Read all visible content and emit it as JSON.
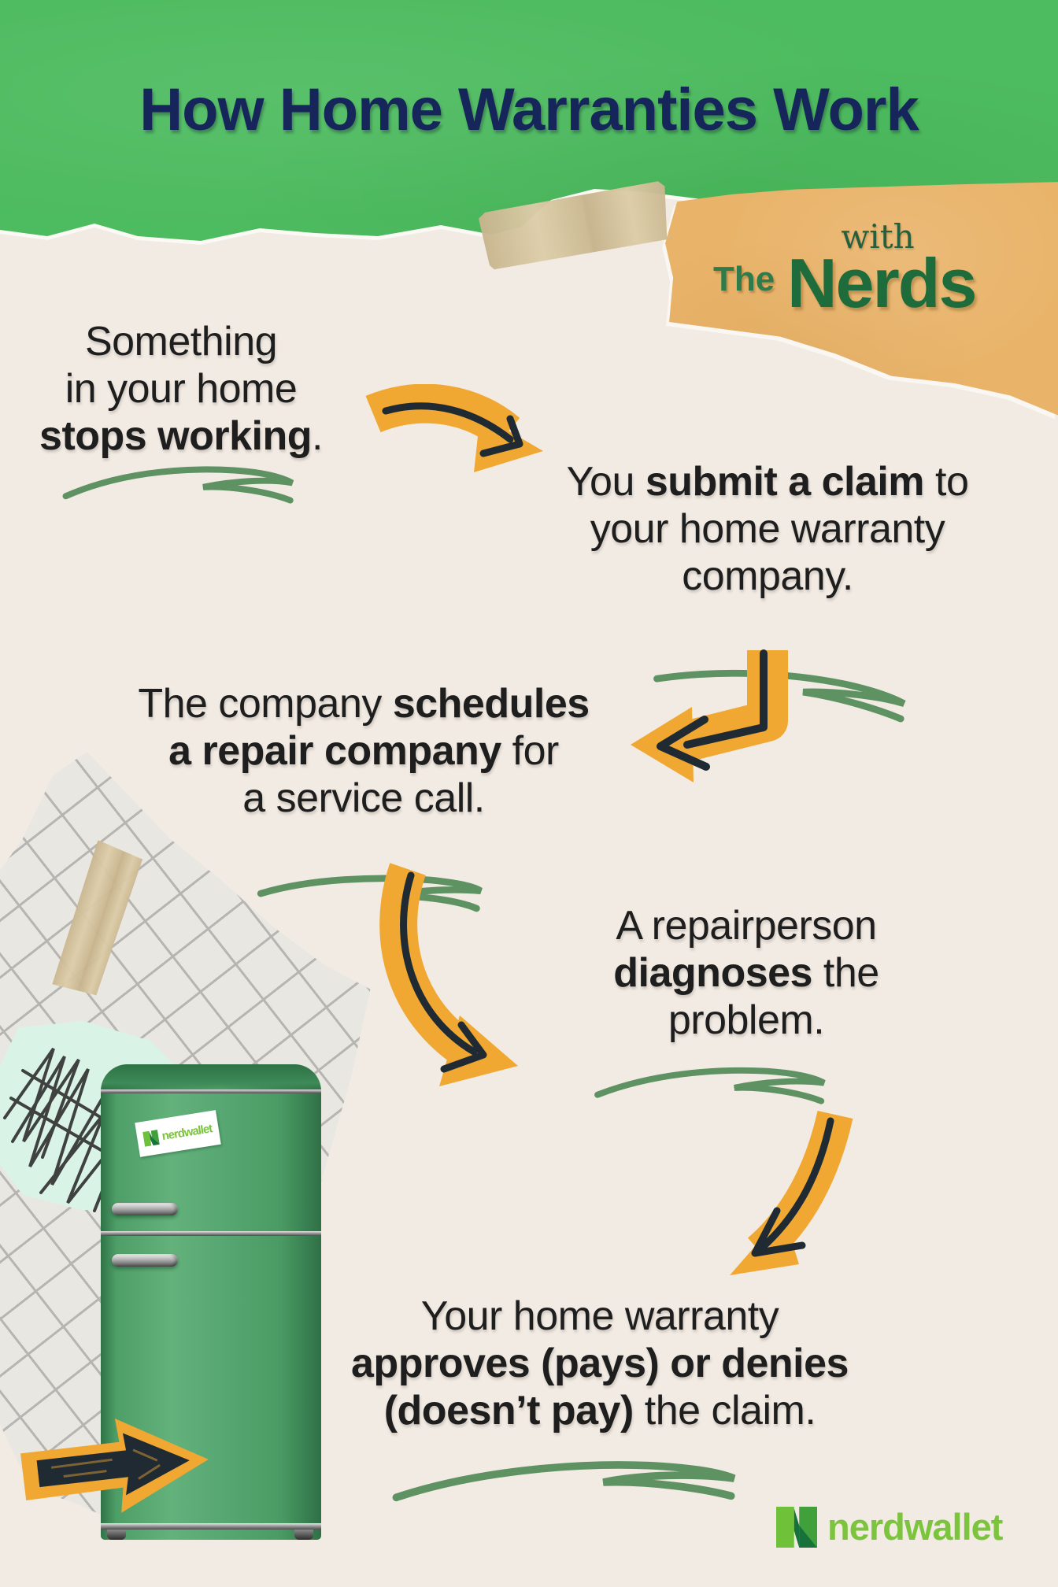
{
  "header": {
    "title": "How Home Warranties Work",
    "with_label": "with",
    "the_label": "The",
    "nerds_label": "Nerds"
  },
  "steps": [
    {
      "lines": [
        [
          {
            "t": "Something"
          }
        ],
        [
          {
            "t": "in your home"
          }
        ],
        [
          {
            "t": "stops working",
            "b": true
          },
          {
            "t": "."
          }
        ]
      ]
    },
    {
      "lines": [
        [
          {
            "t": "You "
          },
          {
            "t": "submit a claim",
            "b": true
          },
          {
            "t": " to"
          }
        ],
        [
          {
            "t": "your home warranty"
          }
        ],
        [
          {
            "t": "company."
          }
        ]
      ]
    },
    {
      "lines": [
        [
          {
            "t": "The company "
          },
          {
            "t": "schedules",
            "b": true
          }
        ],
        [
          {
            "t": "a repair company",
            "b": true
          },
          {
            "t": " for"
          }
        ],
        [
          {
            "t": "a service call."
          }
        ]
      ]
    },
    {
      "lines": [
        [
          {
            "t": "A repairperson"
          }
        ],
        [
          {
            "t": "diagnoses",
            "b": true
          },
          {
            "t": " the"
          }
        ],
        [
          {
            "t": "problem."
          }
        ]
      ]
    },
    {
      "lines": [
        [
          {
            "t": "Your home warranty"
          }
        ],
        [
          {
            "t": "approves (pays) or denies",
            "b": true
          }
        ],
        [
          {
            "t": "(doesn’t pay)",
            "b": true
          },
          {
            "t": " the claim."
          }
        ]
      ]
    }
  ],
  "branding": {
    "wordmark": "nerdwallet",
    "sticker_wordmark": "nerdwallet"
  },
  "colors": {
    "cream": "#F2EBE3",
    "green-paper": "#4DBB5F",
    "title-navy": "#16265B",
    "ink": "#1E1E1E",
    "orange-paper": "#E9B369",
    "nerds-green": "#1E6B3B",
    "with-green": "#265F3E",
    "the-green": "#2E7C4B",
    "scribble": "#5E9263",
    "arrow-orange": "#F0A832",
    "arrow-dark": "#1F2A33",
    "fridge-green": "#4FA06B",
    "nw-green": "#7CC33E",
    "tape": "#D9C7A0",
    "grid-paper": "#E9E7E2",
    "mint": "#D9F4E6"
  }
}
